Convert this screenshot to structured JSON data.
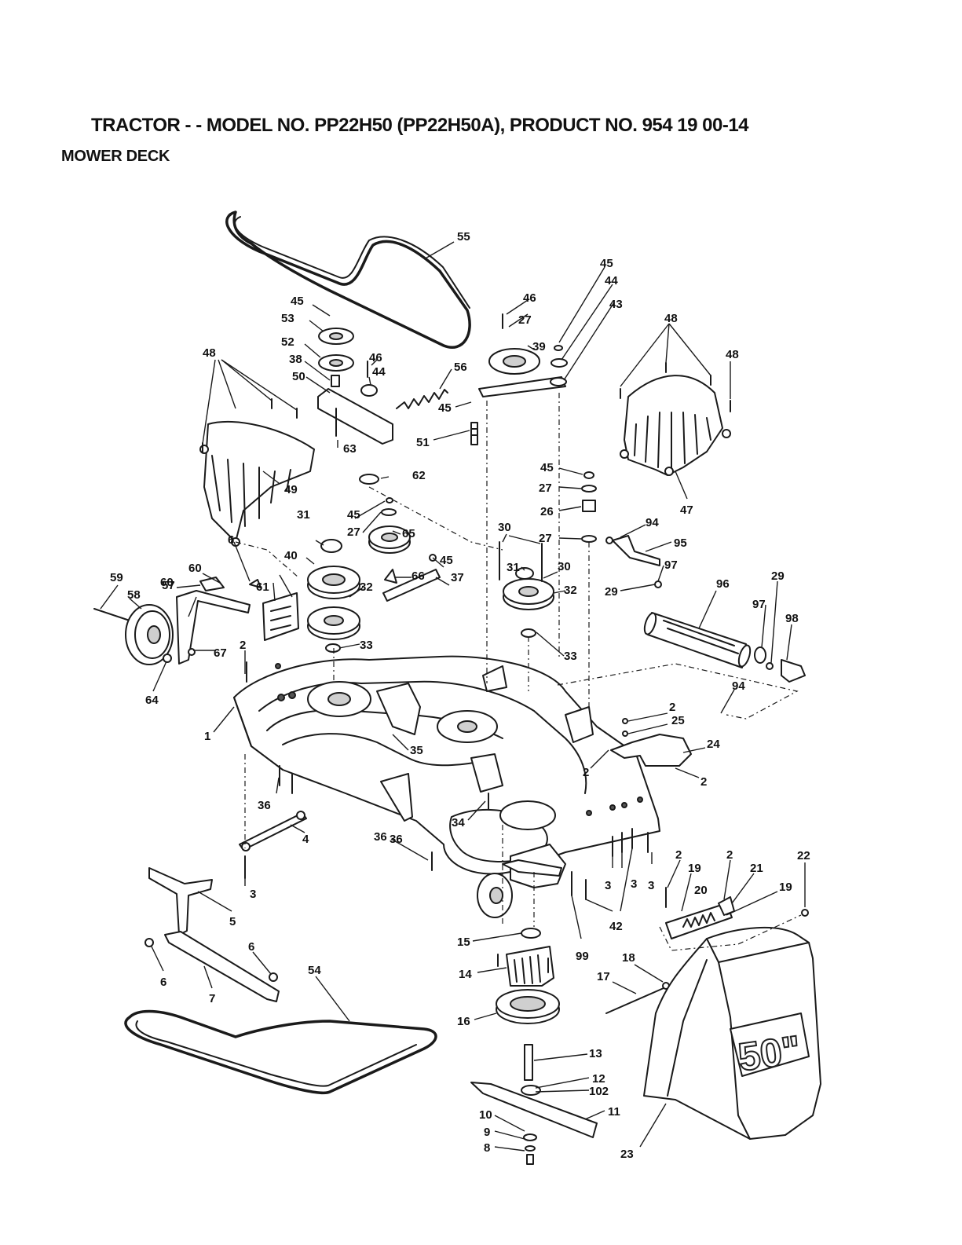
{
  "header": {
    "title": "TRACTOR - - MODEL NO. PP22H50 (PP22H50A), PRODUCT NO. 954 19 00-14",
    "section": "MOWER DECK"
  },
  "bag_label": "50\"",
  "callouts": [
    "1",
    "2",
    "2",
    "2",
    "2",
    "2",
    "2",
    "3",
    "3",
    "3",
    "3",
    "4",
    "5",
    "6",
    "6",
    "6",
    "7",
    "8",
    "9",
    "10",
    "11",
    "12",
    "102",
    "13",
    "14",
    "15",
    "16",
    "17",
    "18",
    "19",
    "19",
    "20",
    "21",
    "22",
    "23",
    "24",
    "25",
    "26",
    "27",
    "27",
    "27",
    "27",
    "29",
    "29",
    "30",
    "30",
    "31",
    "31",
    "32",
    "32",
    "33",
    "33",
    "34",
    "35",
    "36",
    "36",
    "36",
    "37",
    "38",
    "39",
    "40",
    "42",
    "43",
    "44",
    "44",
    "45",
    "45",
    "45",
    "45",
    "45",
    "45",
    "46",
    "46",
    "47",
    "48",
    "48",
    "48",
    "49",
    "50",
    "51",
    "52",
    "53",
    "54",
    "55",
    "56",
    "57",
    "58",
    "59",
    "60",
    "60",
    "61",
    "62",
    "63",
    "64",
    "65",
    "66",
    "67",
    "94",
    "94",
    "95",
    "96",
    "97",
    "97",
    "98",
    "99"
  ]
}
